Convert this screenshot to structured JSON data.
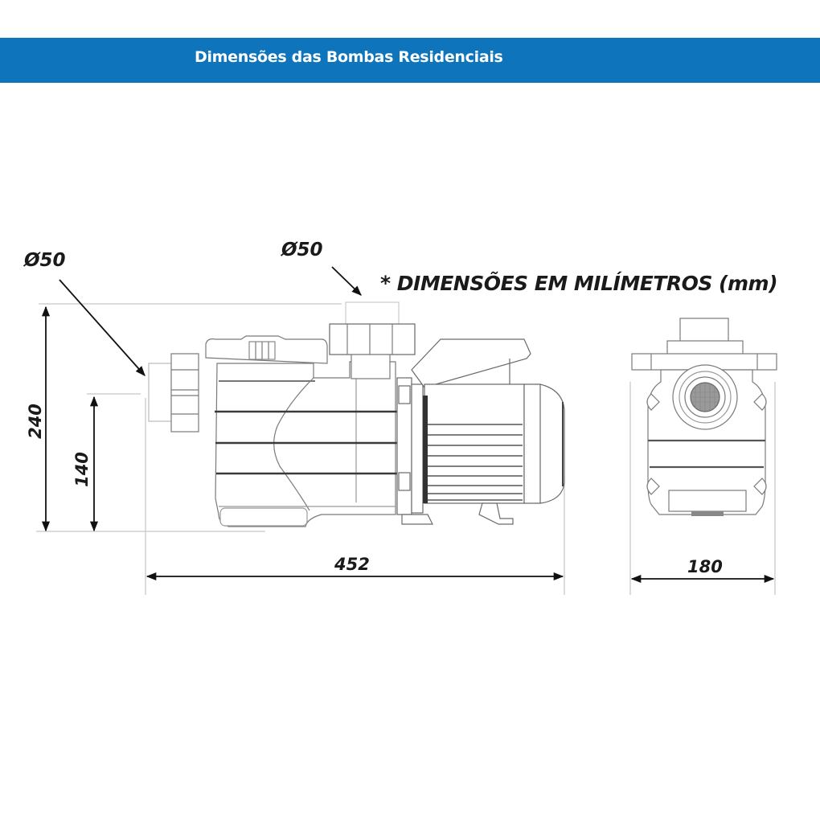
{
  "header": {
    "title": "Dimensões das Bombas Residenciais",
    "background_color": "#0e74bb",
    "text_color": "#ffffff"
  },
  "note": "* DIMENSÕES EM MILÍMETROS (mm)",
  "labels": {
    "inlet_diameter": "Ø50",
    "outlet_diameter": "Ø50",
    "total_height": "240",
    "inlet_height": "140",
    "total_length": "452",
    "width": "180"
  },
  "views": {
    "side_view": "pump-side-view",
    "front_view": "pump-front-view"
  }
}
